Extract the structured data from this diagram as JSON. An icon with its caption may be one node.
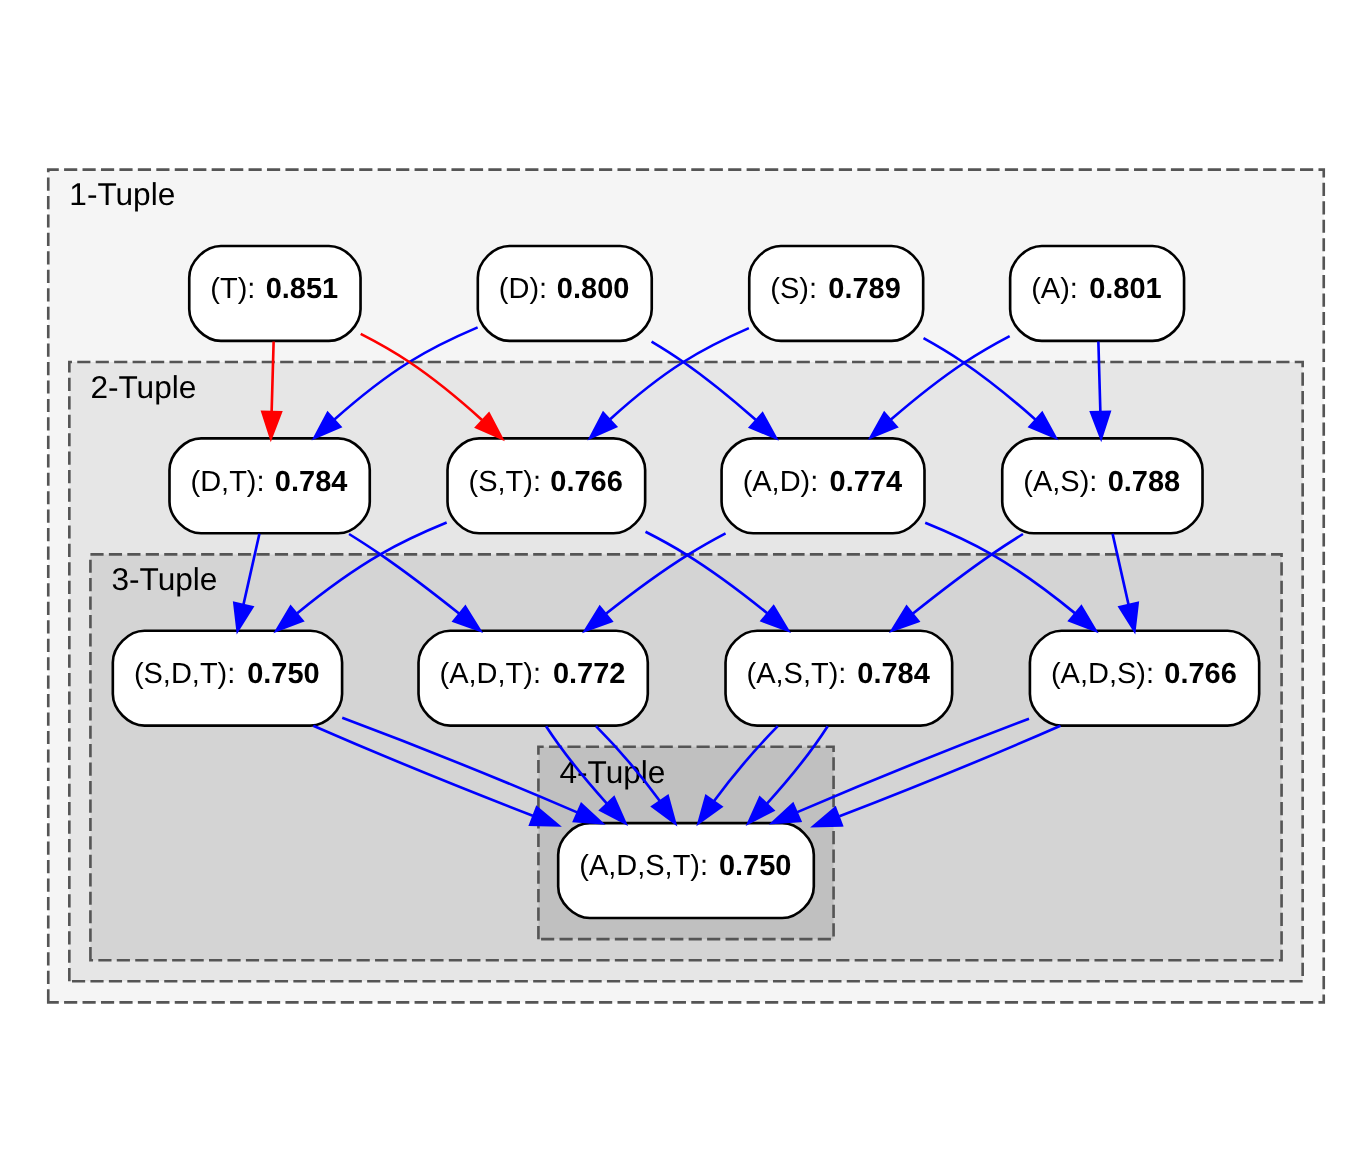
{
  "diagram": {
    "nodes": [
      {
        "text": [
          "1-Tuple"
        ]
      },
      {
        "text": [
          "(A): **0.801**"
        ],
        "in": 0
      },
      {
        "text": [
          "(S): **0.789**"
        ],
        "in": 0
      },
      {
        "text": [
          "2-Tuple"
        ],
        "in": 0
      },
      {
        "text": [
          "(A,S): **0.788**"
        ],
        "in": 3
      },
      {
        "text": [
          "3-Tuple"
        ],
        "in": 3
      },
      {
        "text": [
          "(A,D,S): **0.766**"
        ],
        "in": 5
      },
      {
        "text": [
          "(A,S,T): **0.784**"
        ],
        "in": 5
      },
      {
        "text": [
          "(A,D): **0.774**"
        ],
        "in": 3
      },
      {
        "text": [
          "4-Tuple"
        ],
        "in": 5
      },
      {
        "text": [
          "(A,D,S,T): **0.750**"
        ],
        "in": 9
      },
      {
        "text": [
          "(S,T): **0.766**"
        ],
        "in": 3
      },
      {
        "text": [
          "(A,D,T): **0.772**"
        ],
        "in": 5
      },
      {
        "text": [
          "(S,D,T): **0.750**"
        ],
        "in": 5
      },
      {
        "text": [
          "(D,T): **0.784**"
        ],
        "in": 3
      },
      {
        "text": [
          "(D): **0.800**"
        ],
        "in": 0
      },
      {
        "text": [
          "(T): **0.851**"
        ],
        "in": 0
      }
    ],
    "edges": [
      {
        "from": 1,
        "to": 4,
        "arrow": "to"
      },
      {
        "from": 2,
        "to": 4,
        "arrow": "to"
      },
      {
        "from": 1,
        "to": 8,
        "arrow": "to"
      },
      {
        "from": 15,
        "to": 8,
        "arrow": "to"
      },
      {
        "from": 2,
        "to": 11,
        "arrow": "to"
      },
      {
        "from": 16,
        "to": 11,
        "arrow": "to",
        "color": "#ff0000"
      },
      {
        "from": 15,
        "to": 14,
        "arrow": "to"
      },
      {
        "from": 16,
        "to": 14,
        "arrow": "to",
        "color": "#ff0000"
      },
      {
        "from": 4,
        "to": 6,
        "arrow": "to"
      },
      {
        "from": 8,
        "to": 6,
        "arrow": "to"
      },
      {
        "from": 4,
        "to": 7,
        "arrow": "to"
      },
      {
        "from": 11,
        "to": 7,
        "arrow": "to"
      },
      {
        "from": 8,
        "to": 12,
        "arrow": "to"
      },
      {
        "from": 14,
        "to": 12,
        "arrow": "to"
      },
      {
        "from": 11,
        "to": 13,
        "arrow": "to"
      },
      {
        "from": 14,
        "to": 13,
        "arrow": "to"
      },
      {
        "from": 6,
        "to": 10,
        "arrow": "to"
      },
      {
        "from": 7,
        "to": 10,
        "arrow": "to"
      },
      {
        "from": 7,
        "to": 10,
        "arrow": "to"
      },
      {
        "from": 13,
        "to": 10,
        "arrow": "to"
      },
      {
        "from": 12,
        "to": 10,
        "arrow": "to"
      },
      {
        "from": 13,
        "to": 10,
        "arrow": "to"
      },
      {
        "from": 6,
        "to": 10,
        "arrow": "to"
      },
      {
        "from": 12,
        "to": 10,
        "arrow": "to"
      }
    ]
  }
}
